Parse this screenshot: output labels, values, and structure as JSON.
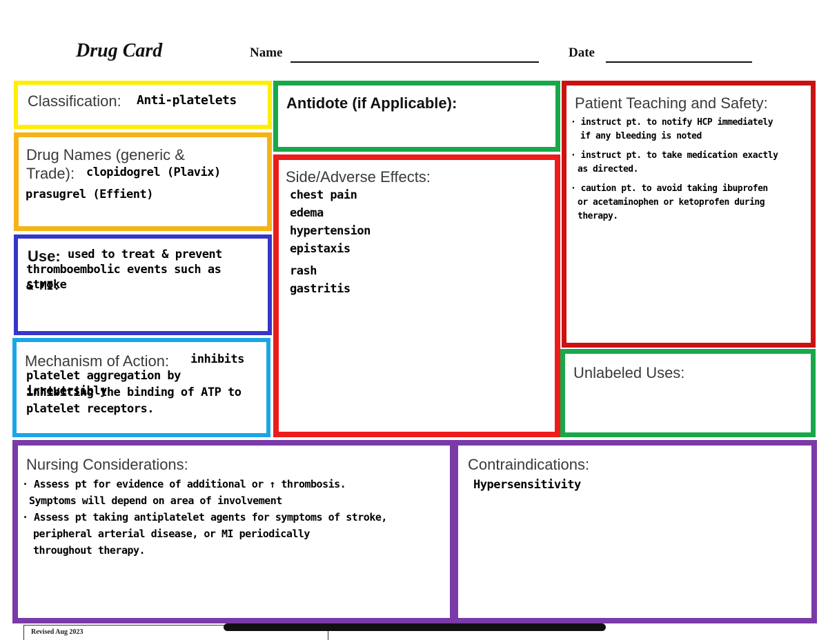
{
  "header": {
    "title": "Drug Card",
    "name_label": "Name",
    "date_label": "Date"
  },
  "boxes": {
    "classification": {
      "label": "Classification:",
      "value": "Anti-platelets",
      "color": "#ffee00"
    },
    "drug_names": {
      "label_line1": "Drug Names (generic &",
      "label_line2": "Trade):",
      "value_line1": "clopidogrel (Plavix)",
      "value_line2": "prasugrel (Effient)",
      "color": "#f5b316"
    },
    "use": {
      "label": "Use:",
      "value_line1": "used to treat & prevent",
      "value_line2": "thromboembolic events such as stroke",
      "value_line3": "& MI.",
      "color": "#3636c8"
    },
    "mechanism": {
      "label": "Mechanism of Action:",
      "value_line1": "inhibits",
      "value_line2": "platelet aggregation by irreversibly",
      "value_line3": "inhibiting the binding of ATP to",
      "value_line4": "platelet receptors.",
      "color": "#1aa6e6"
    },
    "antidote": {
      "label": "Antidote (if Applicable):",
      "color": "#18a84a"
    },
    "side_effects": {
      "label": "Side/Adverse Effects:",
      "items": [
        "chest pain",
        "edema",
        "hypertension",
        "epistaxis",
        "rash",
        "gastritis"
      ],
      "color": "#ee1b1b"
    },
    "patient_teaching": {
      "label": "Patient Teaching and Safety:",
      "items": [
        {
          "line1": "· instruct pt. to notify HCP immediately",
          "line2": "if any bleeding is noted"
        },
        {
          "line1": "· instruct pt. to take medication exactly",
          "line2": "as directed."
        },
        {
          "line1": "· caution pt. to avoid taking ibuprofen",
          "line2": "or acetaminophen or ketoprofen during",
          "line3": "therapy."
        }
      ],
      "color": "#cc1111"
    },
    "unlabeled_uses": {
      "label": "Unlabeled Uses:",
      "color": "#18a84a"
    },
    "nursing": {
      "label": "Nursing Considerations:",
      "items": [
        {
          "line1": "· Assess pt for evidence of additional or ↑ thrombosis.",
          "line2": "Symptoms will depend on area of involvement"
        },
        {
          "line1": "· Assess pt taking antiplatelet agents for symptoms of stroke,",
          "line2": "peripheral arterial disease, or MI periodically",
          "line3": "throughout therapy."
        }
      ],
      "color": "#7a3aa8"
    },
    "contraindications": {
      "label": "Contraindications:",
      "value": "Hypersensitivity",
      "color": "#7a3aa8"
    }
  },
  "footer": {
    "revised": "Revised Aug 2023"
  }
}
